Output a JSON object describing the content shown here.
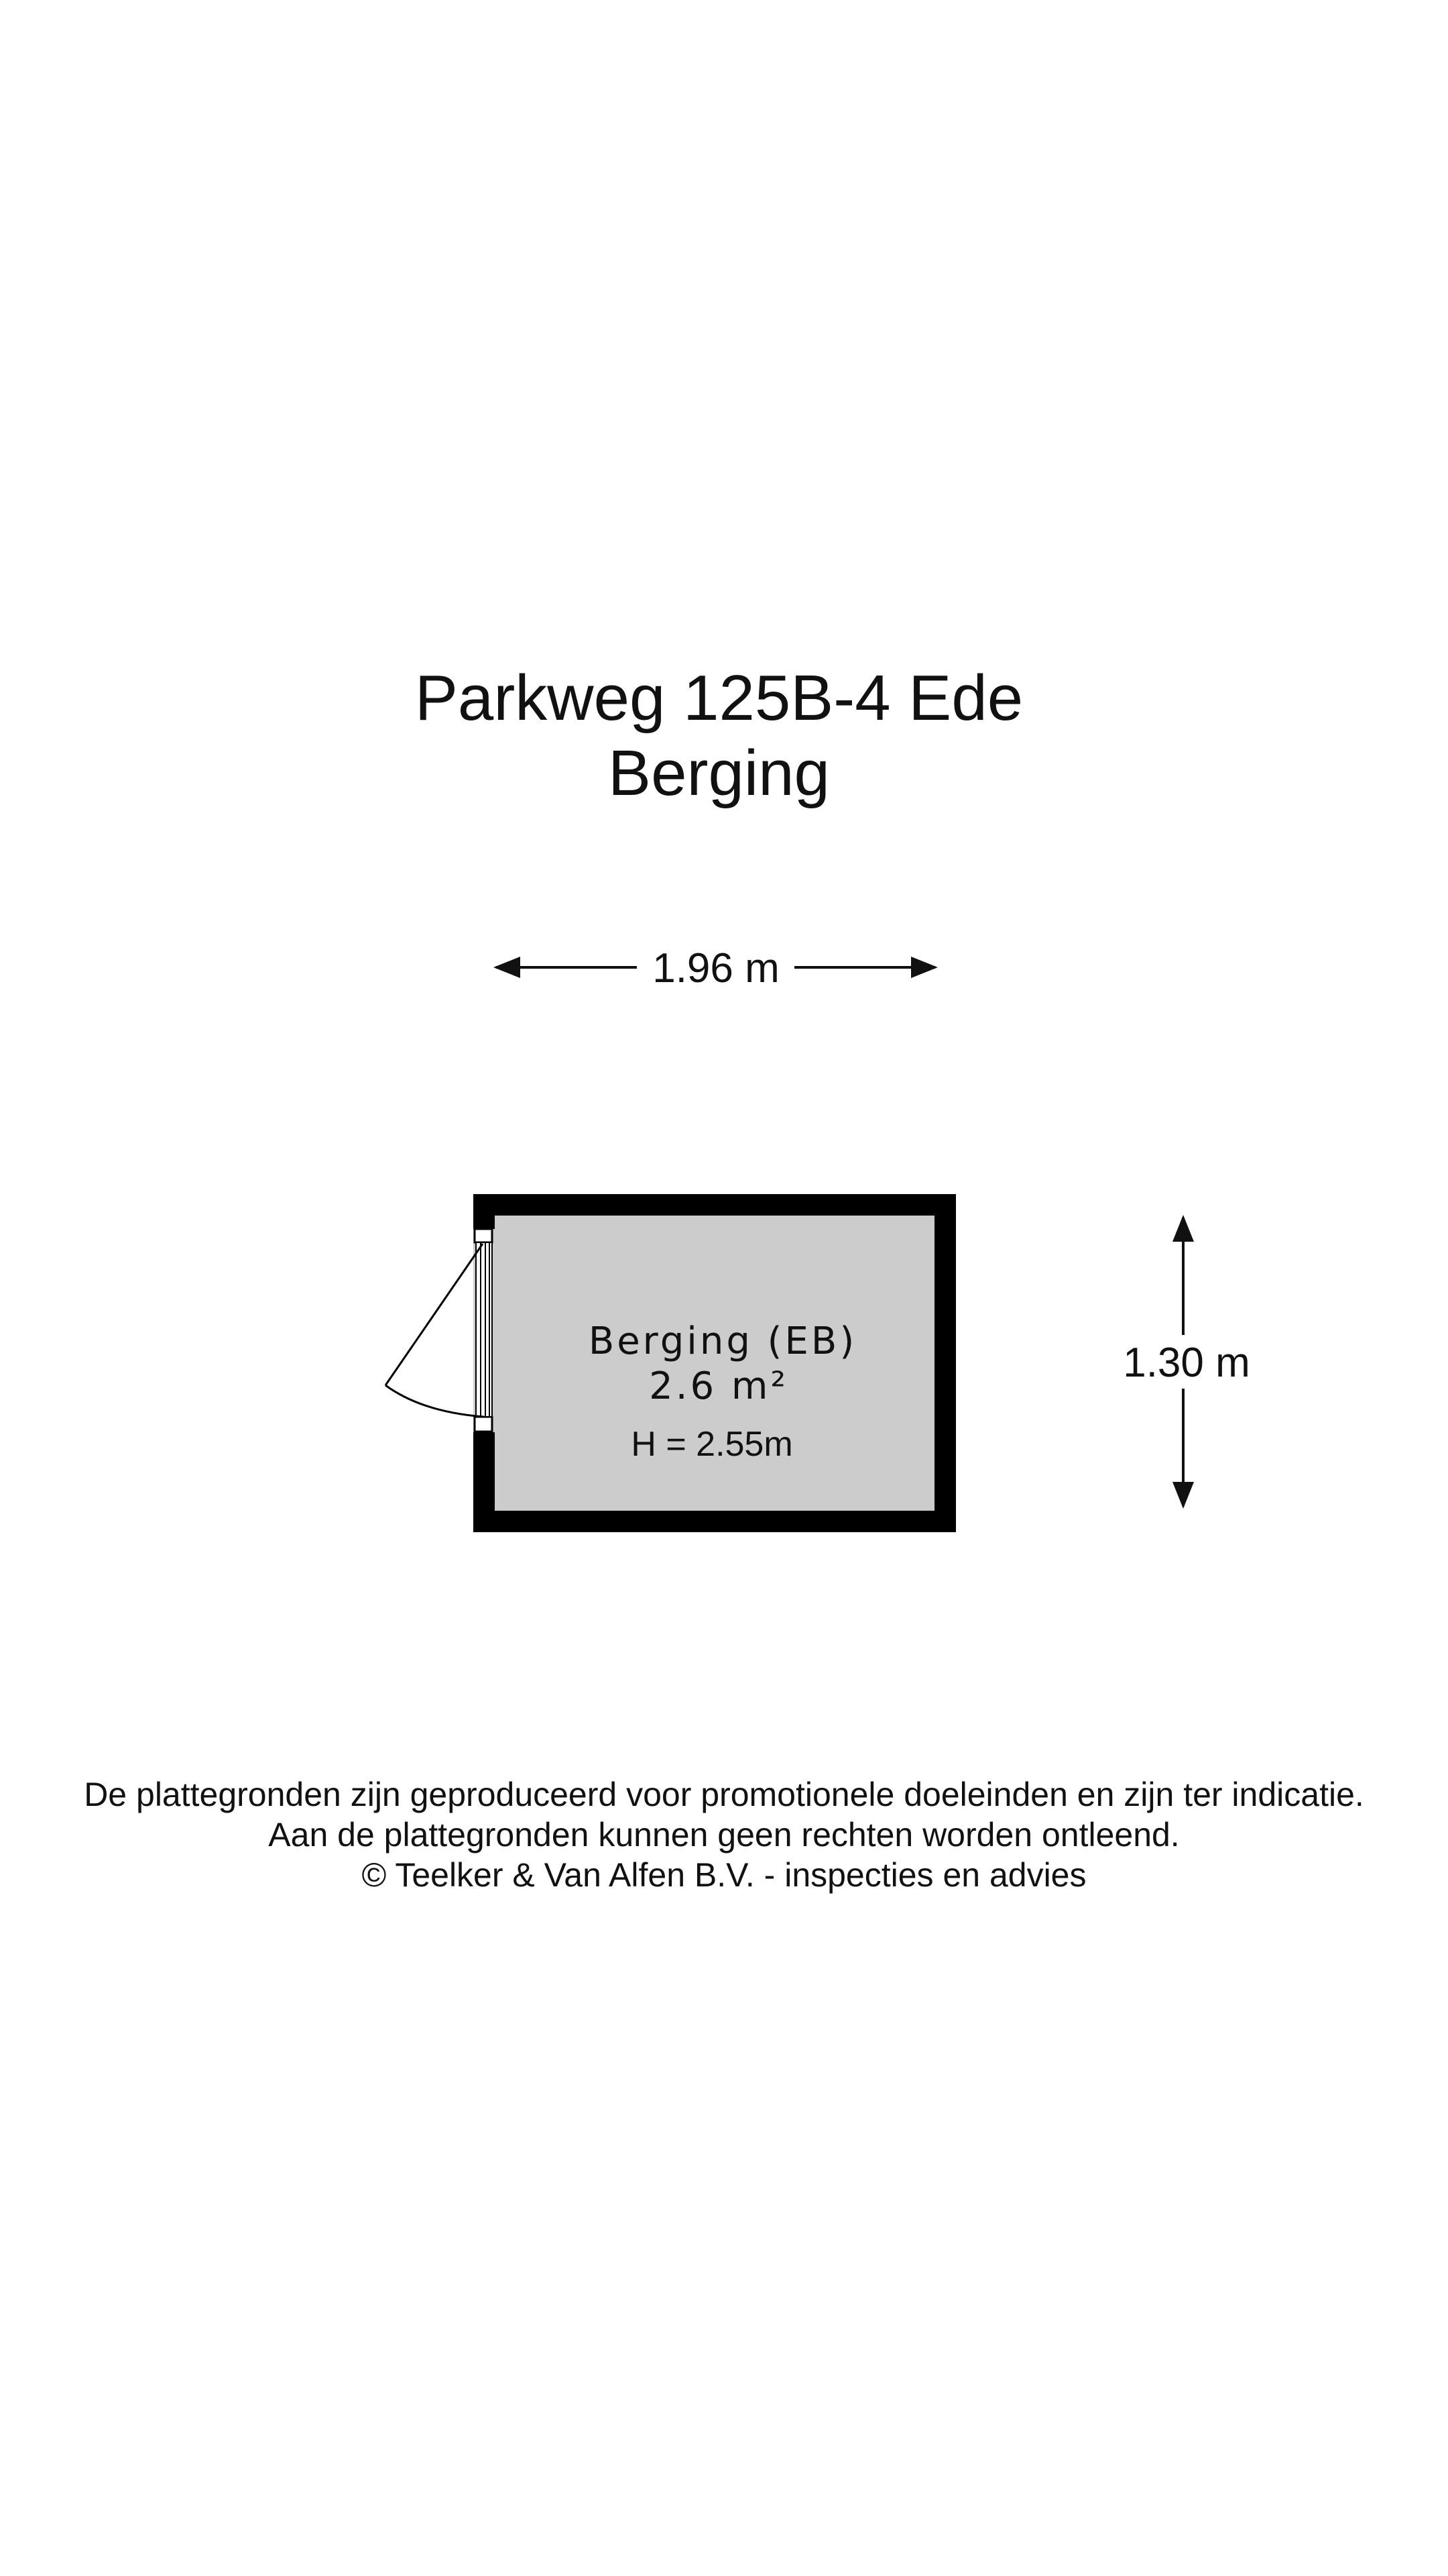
{
  "title": {
    "address": "Parkweg 125B-4 Ede",
    "floor": "Berging"
  },
  "dimensions": {
    "width": "1.96 m",
    "height": "1.30 m"
  },
  "room": {
    "name": "Berging (EB)",
    "area": "2.6 m²",
    "ceiling_height": "H = 2.55m"
  },
  "disclaimer": {
    "line1": "De plattegronden zijn geproduceerd voor promotionele doeleinden en zijn ter indicatie.",
    "line2": "Aan de plattegronden kunnen geen rechten worden ontleend.",
    "line3": "© Teelker & Van Alfen B.V. - inspecties en advies"
  },
  "colors": {
    "wall": "#000000",
    "floor_fill": "#cccccc",
    "background": "#ffffff"
  }
}
